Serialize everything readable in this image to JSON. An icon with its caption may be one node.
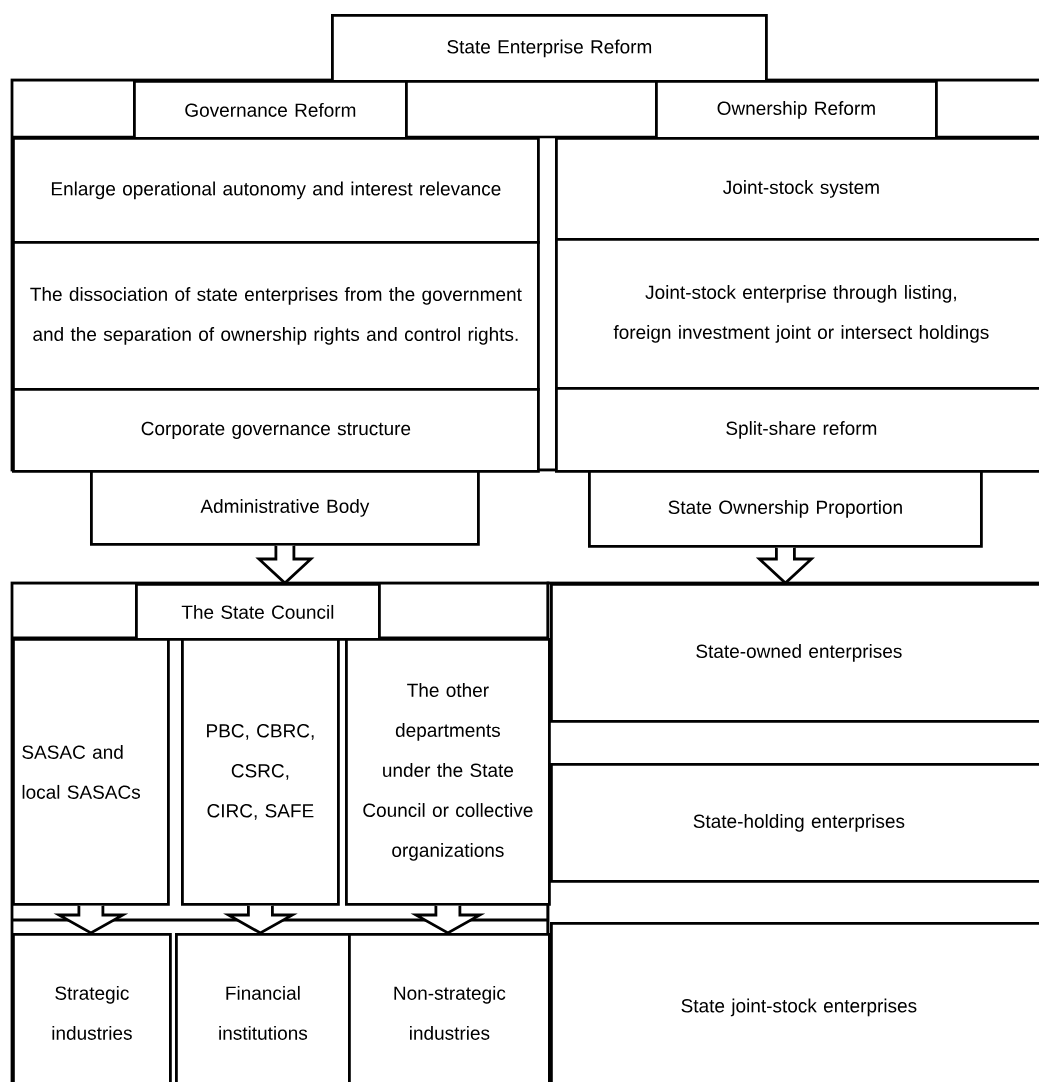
{
  "diagram": {
    "nodes": [
      {
        "text": [
          "State Enterprise Reform"
        ]
      },
      {
        "text": [
          "Governance Reform"
        ]
      },
      {
        "text": [
          "Ownership Reform"
        ]
      },
      {
        "text": [
          "Enlarge operational autonomy and interest relevance"
        ]
      },
      {
        "text": [
          "The dissociation of state enterprises from the government and the separation of ownership rights and control rights."
        ]
      },
      {
        "text": [
          "Corporate governance structure"
        ]
      },
      {
        "text": [
          "Joint-stock system"
        ]
      },
      {
        "text": [
          "Joint-stock enterprise through listing, foreign investment joint or intersect holdings"
        ]
      },
      {
        "text": [
          "Split-share reform"
        ]
      },
      {
        "text": [
          "Administrative Body"
        ]
      },
      {
        "text": [
          "State Ownership Proportion"
        ]
      },
      {
        "text": [
          "The State Council"
        ]
      },
      {
        "text": [
          "SASAC and local SASACs"
        ]
      },
      {
        "text": [
          "PBC, CBRC, CSRC, CIRC, SAFE"
        ]
      },
      {
        "text": [
          "The other departments under the State Council or collective organizations"
        ]
      },
      {
        "text": [
          "Strategic industries"
        ]
      },
      {
        "text": [
          "Financial institutions"
        ]
      },
      {
        "text": [
          "Non-strategic industries"
        ]
      },
      {
        "text": [
          "State-owned enterprises"
        ]
      },
      {
        "text": [
          "State-holding enterprises"
        ]
      },
      {
        "text": [
          "State joint-stock enterprises"
        ]
      }
    ],
    "edges": [
      {
        "from": 9,
        "to": 11,
        "arrow": "to"
      },
      {
        "from": 10,
        "to": 18,
        "arrow": "to"
      },
      {
        "from": 12,
        "to": 15,
        "arrow": "to"
      },
      {
        "from": 13,
        "to": 16,
        "arrow": "to"
      },
      {
        "from": 14,
        "to": 17,
        "arrow": "to"
      }
    ]
  }
}
